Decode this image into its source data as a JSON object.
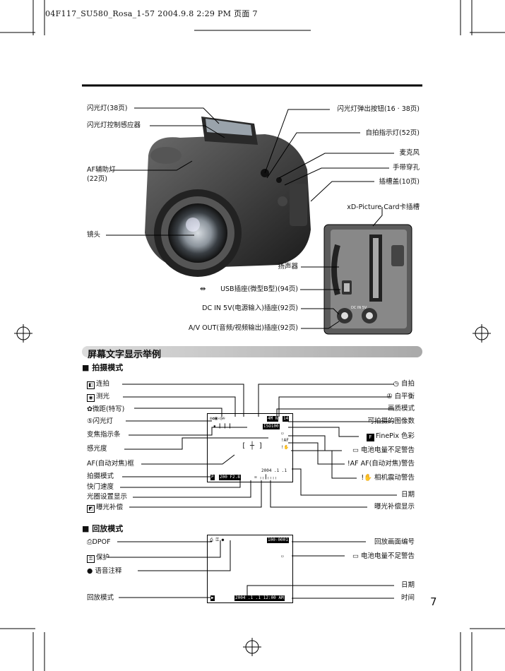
{
  "header_text": "04F117_SU580_Rosa_1-57  2004.9.8  2:29 PM  页面 7",
  "camera_labels_left": {
    "flash": "闪光灯(38页)",
    "flash_sensor": "闪光灯控制感应器",
    "af_assist_1": "AF辅助灯",
    "af_assist_2": "(22页)",
    "lens": "镜头"
  },
  "camera_labels_right": {
    "flash_popup": "闪光灯弹出按钮(16 · 38页)",
    "selftimer_lamp": "自拍指示灯(52页)",
    "microphone": "麦克风",
    "strap": "手带穿孔",
    "slot_cover": "插槽盖(10页)",
    "xd_slot": "xD-Picture Card卡插槽",
    "speaker": "扬声器",
    "usb": "USB插座(微型B型)(94页)",
    "dc_in": "DC IN 5V(电源输入)插座(92页)",
    "av_out": "A/V OUT(音频/视频输出)插座(92页)"
  },
  "dc_panel_label": "DC IN 5V",
  "section_title": "屏幕文字显示举例",
  "shooting": {
    "heading": "■ 拍摄模式",
    "left": {
      "continuous": "连拍",
      "metering": "测光",
      "macro": "微距(特写)",
      "flash": "闪光灯",
      "zoom_bar": "变焦指示条",
      "sensitivity": "感光度",
      "af_frame": "AF(自动对焦)框",
      "shoot_mode": "拍摄模式",
      "shutter": "快门速度",
      "aperture": "光圈设置显示",
      "exposure_comp": "曝光补偿"
    },
    "right": {
      "self_timer": "自拍",
      "white_balance": "白平衡",
      "quality": "画质模式",
      "frames_left": "可拍摄的图像数",
      "finepix_color": "FinePix 色彩",
      "battery": "电池电量不足警告",
      "af_warning": "AF(自动对焦)警告",
      "shake": "相机震动警告",
      "date": "日期",
      "ev_display": "曝光补偿显示"
    },
    "lcd": {
      "quality": "4M N",
      "frames": "14",
      "iso": "ISO100",
      "date": "2004 .1 .1",
      "shutter_aperture": "200 F2.8",
      "mode": "P"
    }
  },
  "playback": {
    "heading": "■ 回放模式",
    "left": {
      "dpof": "DPOF",
      "protect": "保护",
      "voice": "语音注释",
      "mode": "回放模式"
    },
    "right": {
      "frame_no": "回放画面编号",
      "battery": "电池电量不足警告",
      "date": "日期",
      "time": "时间"
    },
    "lcd": {
      "frame_no": "100-0001",
      "datetime": "2004 .1 .1  12:00 AM"
    }
  },
  "page_number": "7"
}
